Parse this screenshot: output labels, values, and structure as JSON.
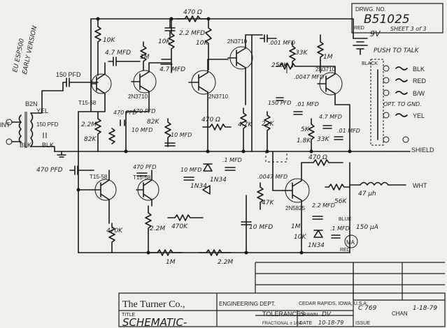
{
  "drawing_number": {
    "label": "DRWG. NO.",
    "value": "B51025"
  },
  "sheet": "SHEET 3 of 3",
  "margin_note": {
    "line1": "EU ESP500",
    "line2": "EARLY VERSION"
  },
  "battery": {
    "red": "RED",
    "voltage": "9V",
    "black": "BLACK"
  },
  "push_to_talk": {
    "title": "PUSH TO TALK",
    "labels": [
      "BLK",
      "RED",
      "B/W"
    ],
    "opt": "OPT. TO GND.",
    "yel": "YEL",
    "shield": "SHIELD",
    "wht": "WHT",
    "inductor": "47 µh"
  },
  "input": {
    "label": "INT",
    "b2n": "B2N",
    "yel": "YEL",
    "blk_left": "BLK",
    "blk_right": "BLK",
    "cap": "150 PFD"
  },
  "transistors": {
    "q1": "T15-58",
    "q2": "2N3710",
    "q3": "2N3710",
    "q4": "2N3710",
    "q5": "T15-58",
    "q6": "T15-58",
    "q7": "2N5825"
  },
  "resistors": {
    "r10k_left": "10K",
    "r1m_a": "1M",
    "r10k_mid": "10K",
    "r470_top": "470 Ω",
    "r10k_top": "10K",
    "r33k": "33K",
    "r1m_right": "1M",
    "r22m": "2.2M",
    "r82k": "82K",
    "r82k_b": "82K",
    "r470_mid": "470 Ω",
    "r47k_c": "4.7K",
    "r22k": "22K",
    "r5k": "5K",
    "r18k": "1.8K",
    "r33k_b": "33K",
    "r470k": "470K",
    "r22m_b": "2.2M",
    "r470k_b": "470K",
    "r1m_bot": "1M",
    "r22m_bot": "2.2M",
    "r470_low": "470 Ω",
    "r47k_low": "47K",
    "r1m_low": "1M",
    "r56k": "56K",
    "r10k_low": "10K",
    "pot250k": "250K"
  },
  "capacitors": {
    "c22mfd": "2.2 MFD",
    "c47mfd_a": "4.7 MFD",
    "c47mfd_b": "4.7 MFD",
    "c001": ".001 MFD",
    "c0047": ".0047 MFD",
    "c150pfd": "150 PFD",
    "c01mfd": ".01 MFD",
    "c47mfd_c": "4.7 MFD",
    "c01mfd_b": ".01 MFD",
    "c470pfd_a": "470 PFD",
    "c470pfd_b": "470 PFD",
    "c10mfd_a": "10 MFD",
    "c10mfd_b": "10 MFD",
    "c470pfd_left": "470 PFD",
    "c470pfd_c": "470 PFD",
    "c10mfd_c": "10 MFD",
    "c1mfd": ".1 MFD",
    "c0047_b": ".0047 MFD",
    "c10mfd_d": "10 MFD",
    "c22mfd_b": "2.2 MFD",
    "c1mfd_b": ".1 MFD"
  },
  "diodes": {
    "d1": "1N34",
    "d2": "1N34",
    "d3": "1N34"
  },
  "meter": {
    "label": "MA",
    "blue": "BLUE",
    "range": "150 µA",
    "red": "RED"
  },
  "title_block": {
    "company": "The Turner Co.,",
    "dept": "ENGINEERING DEPT.",
    "city": "CEDAR RAPIDS, IOWA, U.S.A.",
    "title_label": "TITLE",
    "title": "SCHEMATIC-",
    "tolerances": "TOLERANCES",
    "fractional": "FRACTIONAL ± 1/64",
    "drawn_label": "DRAWN",
    "drawn_value": "DV",
    "date_label": "DATE",
    "date_value": "10-18-79",
    "issue": "ISSUE",
    "change_no": "C 769",
    "chan": "CHAN",
    "change_date": "1-18-79"
  }
}
